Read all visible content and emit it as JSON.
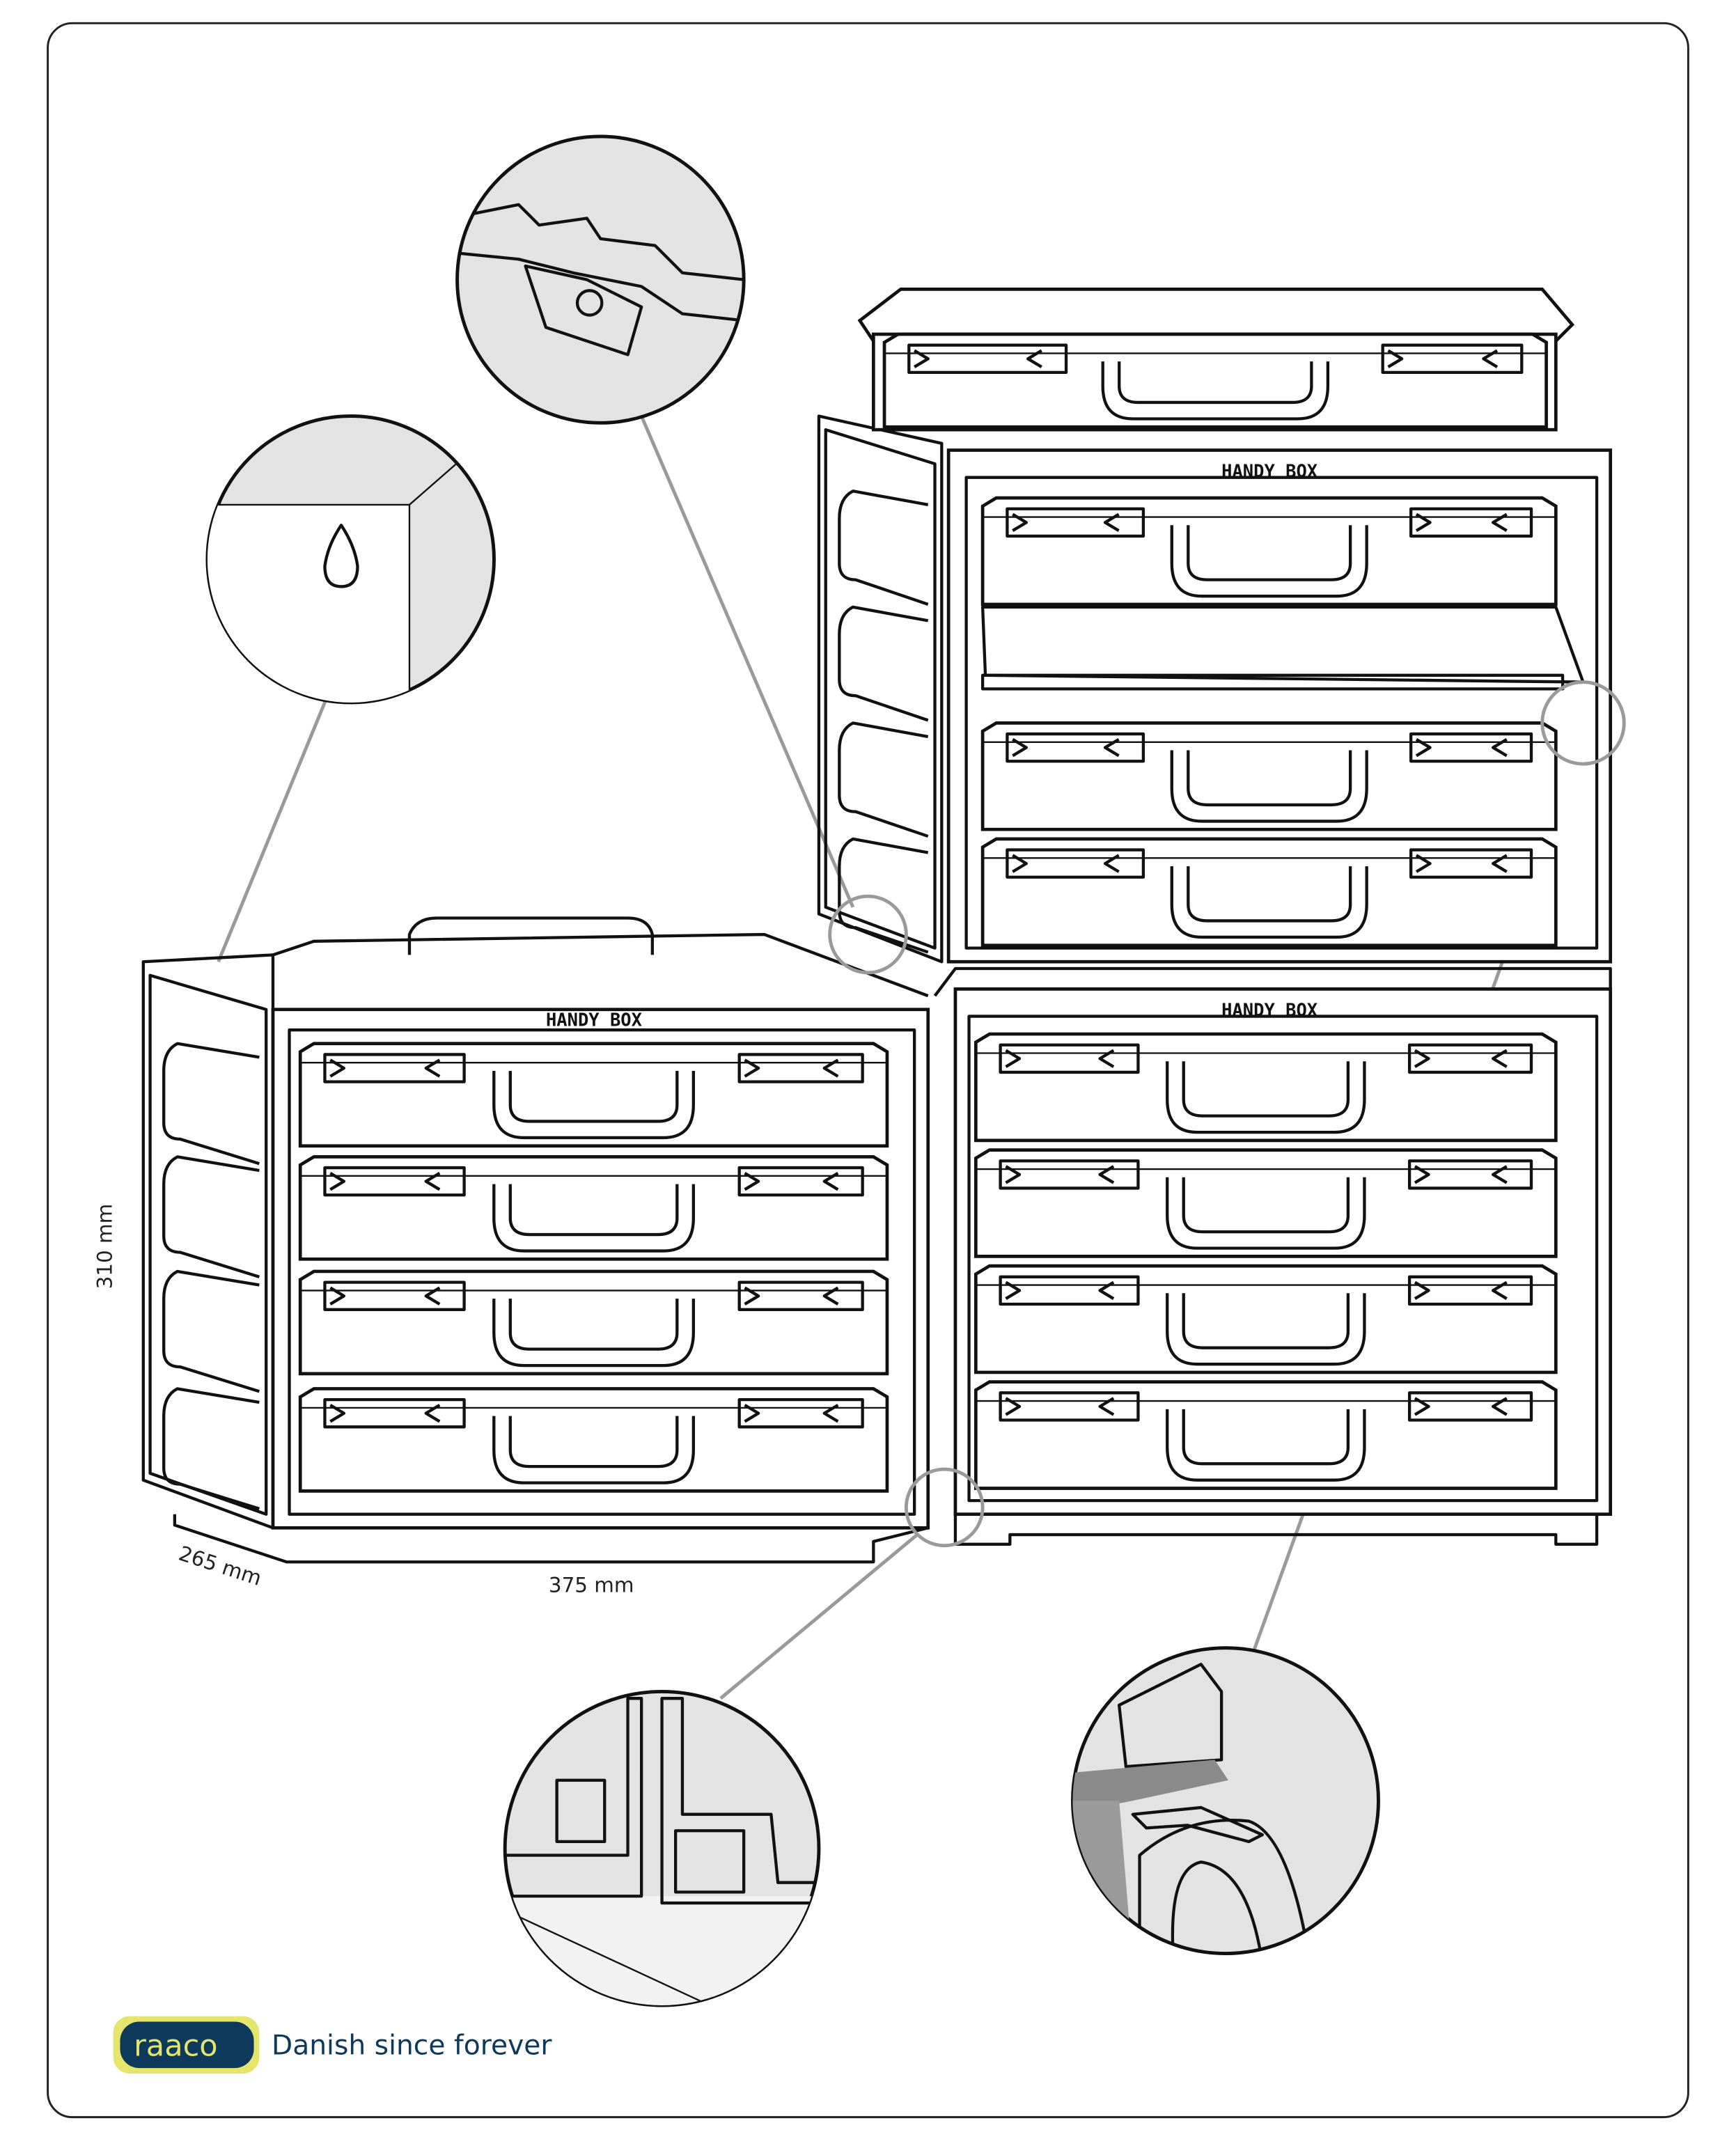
{
  "dimensions": {
    "height": "310 mm",
    "depth": "265 mm",
    "width": "375 mm"
  },
  "product_label": {
    "left_unit": "HANDY BOX",
    "right_bottom_unit": "HANDY BOX",
    "right_top_unit": "HANDY BOX"
  },
  "footer": {
    "logo_text": "raaco",
    "tagline": "Danish since forever"
  },
  "colors": {
    "logo_bg": "#0d3a5c",
    "logo_border": "#e5e46b",
    "detail_fill": "#e3e3e3",
    "leader_line": "#9a9a9a"
  }
}
